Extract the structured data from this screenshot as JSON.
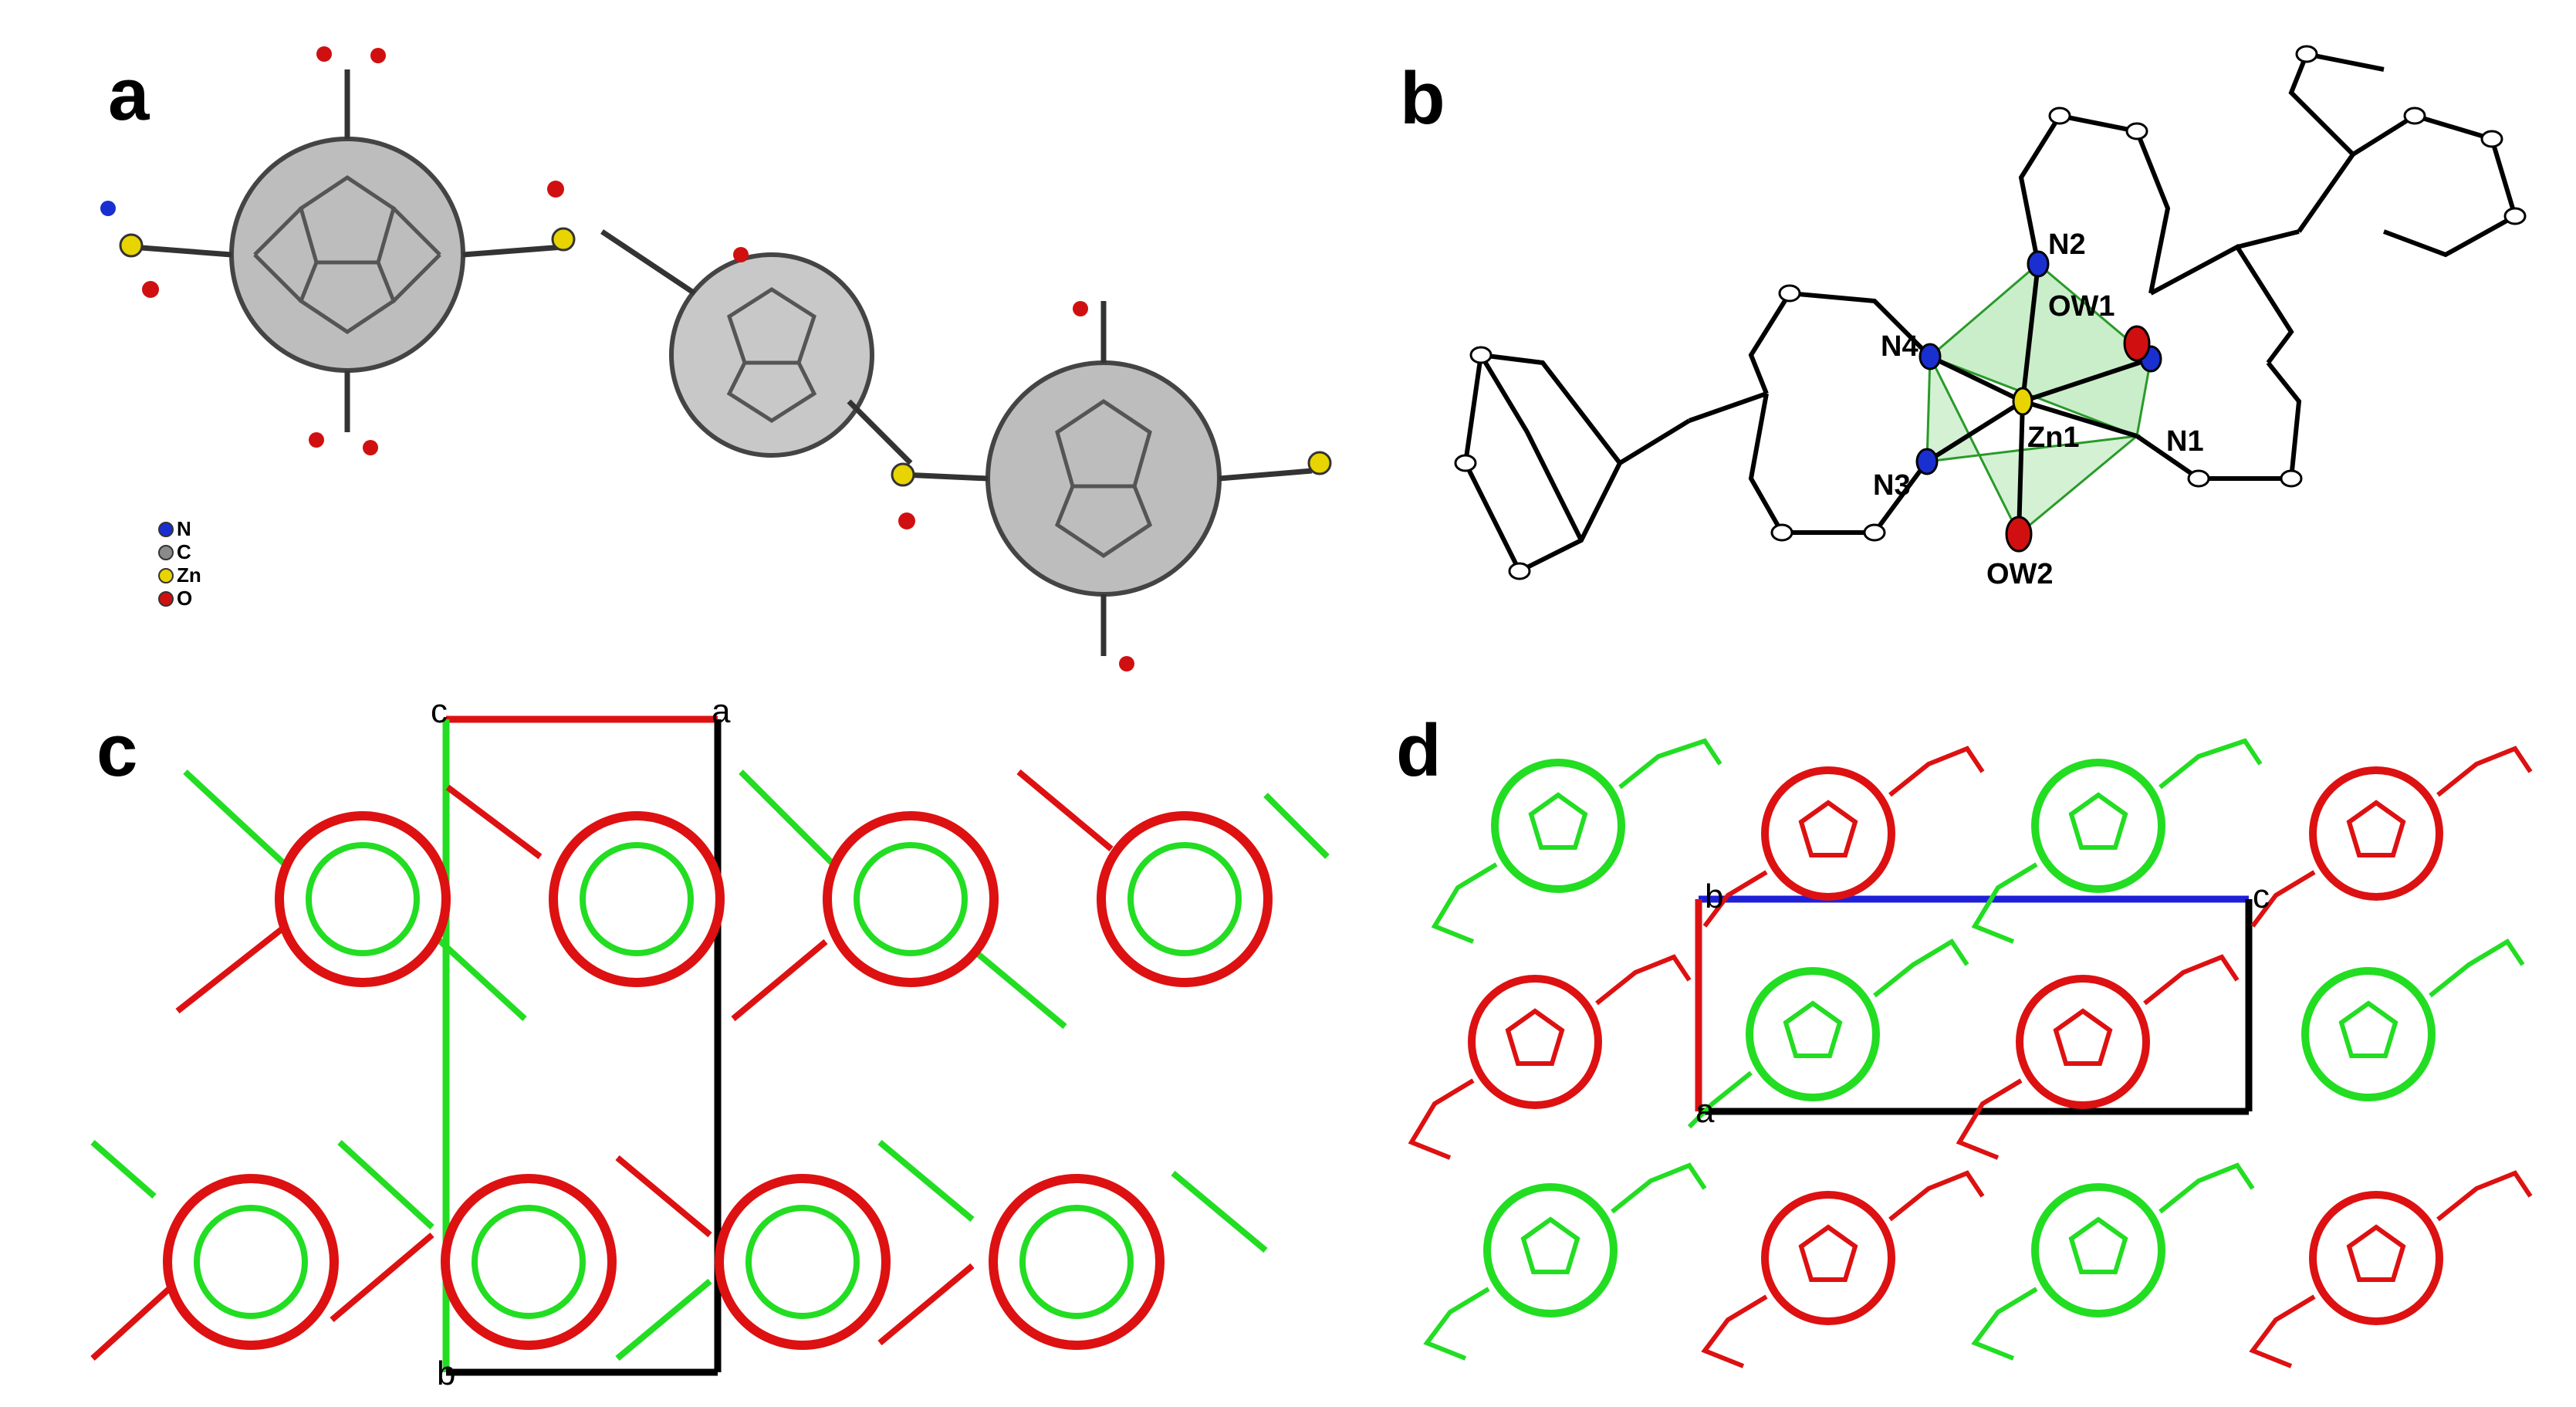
{
  "panels": {
    "a": {
      "label": "a",
      "legend": [
        {
          "label": "N",
          "color": "#1a2fd0"
        },
        {
          "label": "C",
          "color": "#8a8a8a"
        },
        {
          "label": "Zn",
          "color": "#e8d400"
        },
        {
          "label": "O",
          "color": "#d01010"
        }
      ]
    },
    "b": {
      "label": "b",
      "atoms": {
        "n1": "N1",
        "n2": "N2",
        "n3": "N3",
        "n4": "N4",
        "zn1": "Zn1",
        "ow1": "OW1",
        "ow2": "OW2"
      }
    },
    "c": {
      "label": "c",
      "axes": {
        "c": "c",
        "a": "a",
        "b": "b"
      }
    },
    "d": {
      "label": "d",
      "axes": {
        "b": "b",
        "c": "c",
        "a": "a"
      }
    }
  },
  "colors": {
    "green": "#22dd22",
    "red": "#dd1111",
    "carbon": "#555555",
    "blue_axis": "#1f1fd8",
    "black_axis": "#000000"
  }
}
